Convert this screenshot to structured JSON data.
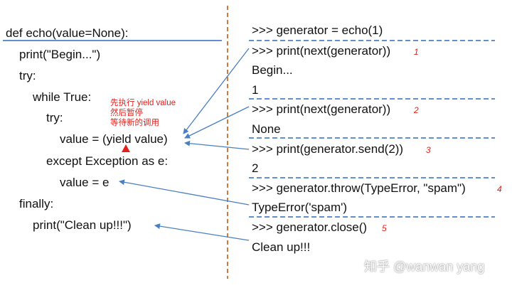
{
  "code_lines": [
    "def echo(value=None):",
    "print(\"Begin...\")",
    "try:",
    "while True:",
    "try:",
    "value = (yield value)",
    "except Exception as e:",
    "value = e",
    "finally:",
    "print(\"Clean up!!!\")"
  ],
  "shell_lines": [
    ">>> generator = echo(1)",
    ">>> print(next(generator))",
    "Begin...",
    "1",
    ">>> print(next(generator))",
    "None",
    ">>> print(generator.send(2))",
    "2",
    ">>> generator.throw(TypeError, \"spam\")",
    "TypeError('spam')",
    ">>> generator.close()",
    "Clean up!!!"
  ],
  "step_numbers": [
    "1",
    "2",
    "3",
    "4",
    "5"
  ],
  "annotation": {
    "line1": "先执行 yield value",
    "line2": "然后暂停",
    "line3": "等待新的调用"
  },
  "watermark": "知乎 @wanwan yang",
  "colors": {
    "arrow": "#4a7fc1",
    "separator": "#2f6bbf",
    "divider": "#c55a11",
    "accent_red": "#e0201c"
  }
}
